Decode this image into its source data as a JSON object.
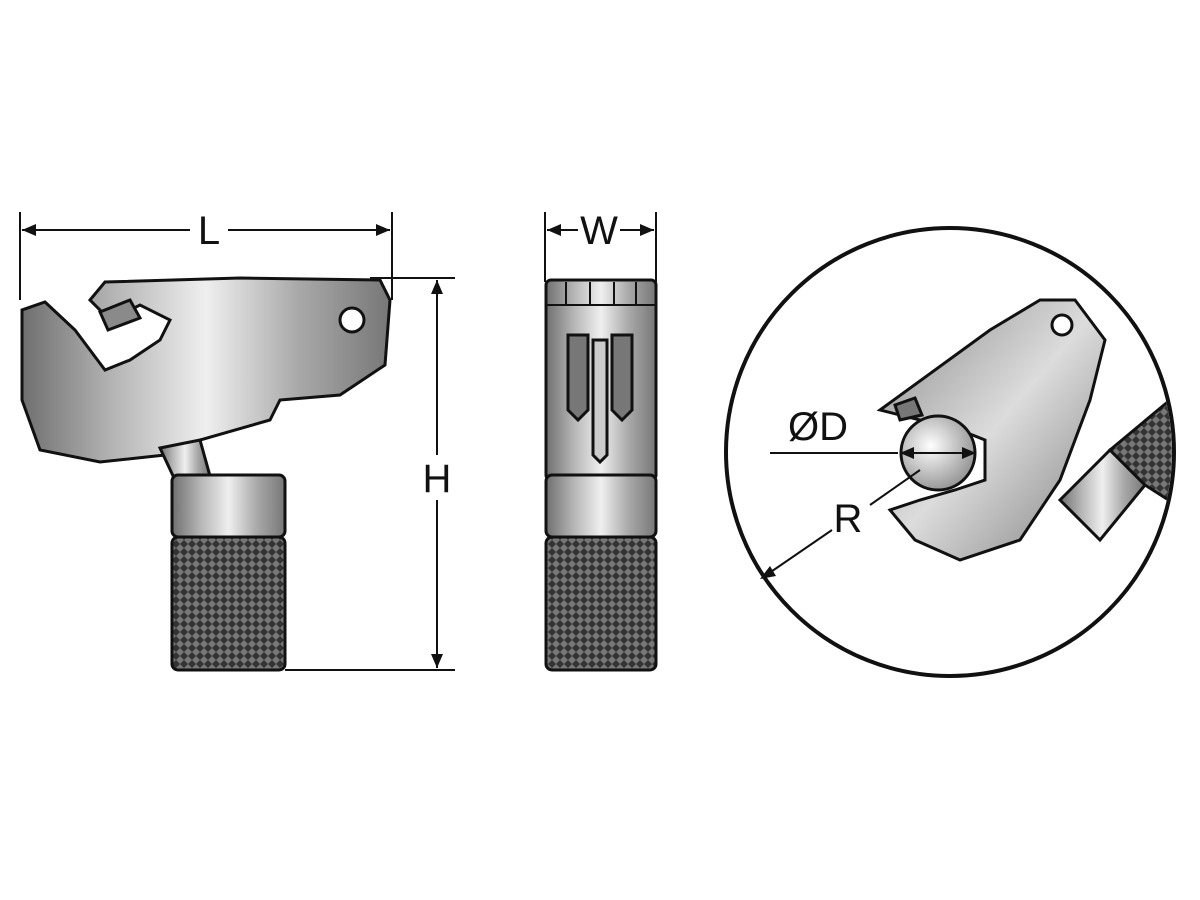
{
  "diagram": {
    "labels": {
      "length": "L",
      "width": "W",
      "height": "H",
      "diameter": "ØD",
      "radius": "R"
    },
    "colors": {
      "metal_light": "#e8e8e8",
      "metal_dark": "#7a7a7a",
      "outline": "#111111"
    }
  }
}
